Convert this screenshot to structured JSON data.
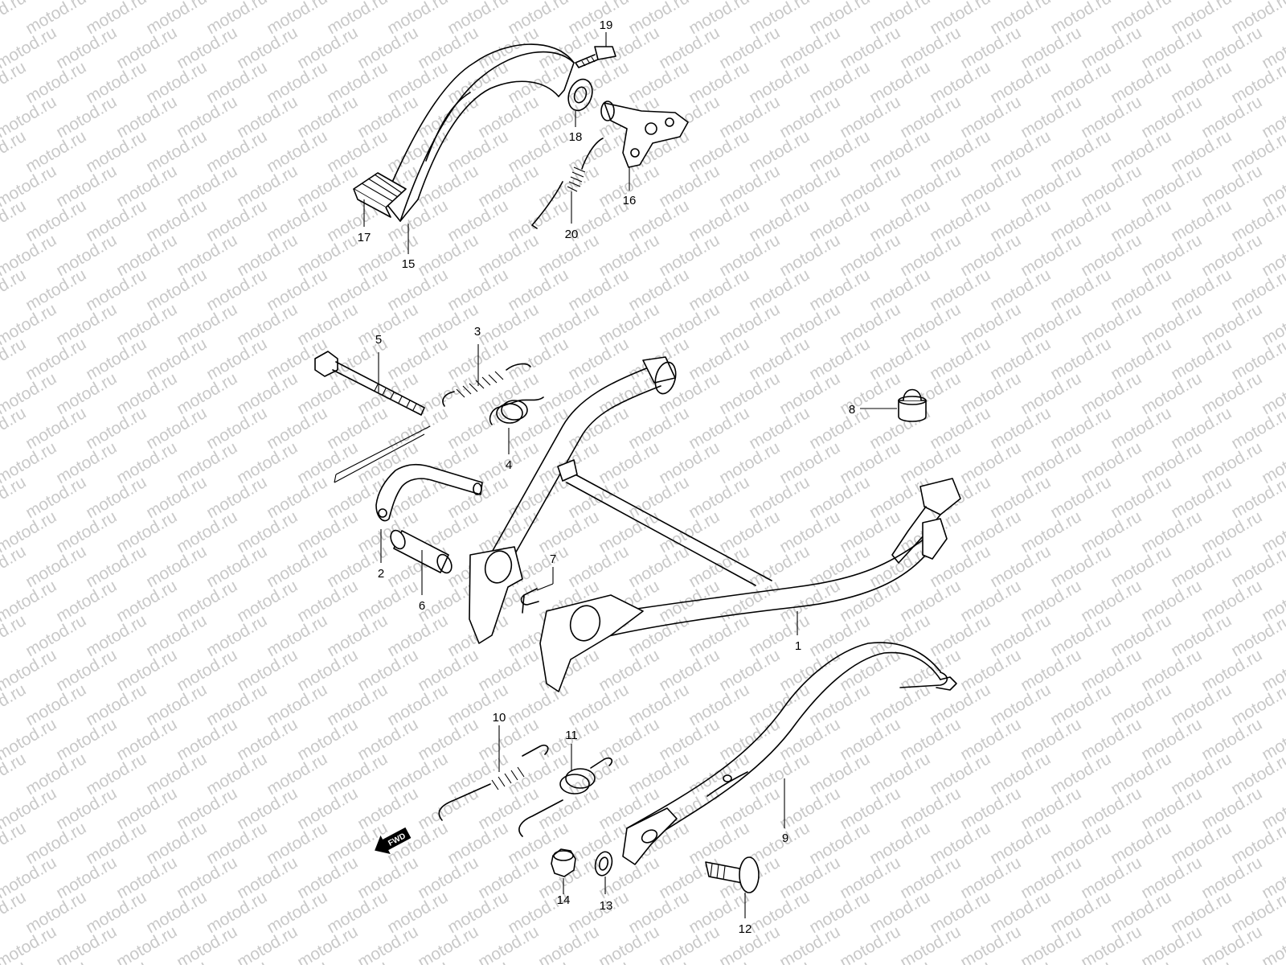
{
  "watermark": {
    "text": "motod.ru",
    "color": "#c9c9c9"
  },
  "direction_arrow": {
    "label": "FWD"
  },
  "callouts": [
    {
      "id": "1",
      "text": "1"
    },
    {
      "id": "2",
      "text": "2"
    },
    {
      "id": "3",
      "text": "3"
    },
    {
      "id": "4",
      "text": "4"
    },
    {
      "id": "5",
      "text": "5"
    },
    {
      "id": "6",
      "text": "6"
    },
    {
      "id": "7",
      "text": "7"
    },
    {
      "id": "8",
      "text": "8"
    },
    {
      "id": "9",
      "text": "9"
    },
    {
      "id": "10",
      "text": "10"
    },
    {
      "id": "11",
      "text": "11"
    },
    {
      "id": "12",
      "text": "12"
    },
    {
      "id": "13",
      "text": "13"
    },
    {
      "id": "14",
      "text": "14"
    },
    {
      "id": "15",
      "text": "15"
    },
    {
      "id": "16",
      "text": "16"
    },
    {
      "id": "17",
      "text": "17"
    },
    {
      "id": "18",
      "text": "18"
    },
    {
      "id": "19",
      "text": "19"
    },
    {
      "id": "20",
      "text": "20"
    }
  ]
}
